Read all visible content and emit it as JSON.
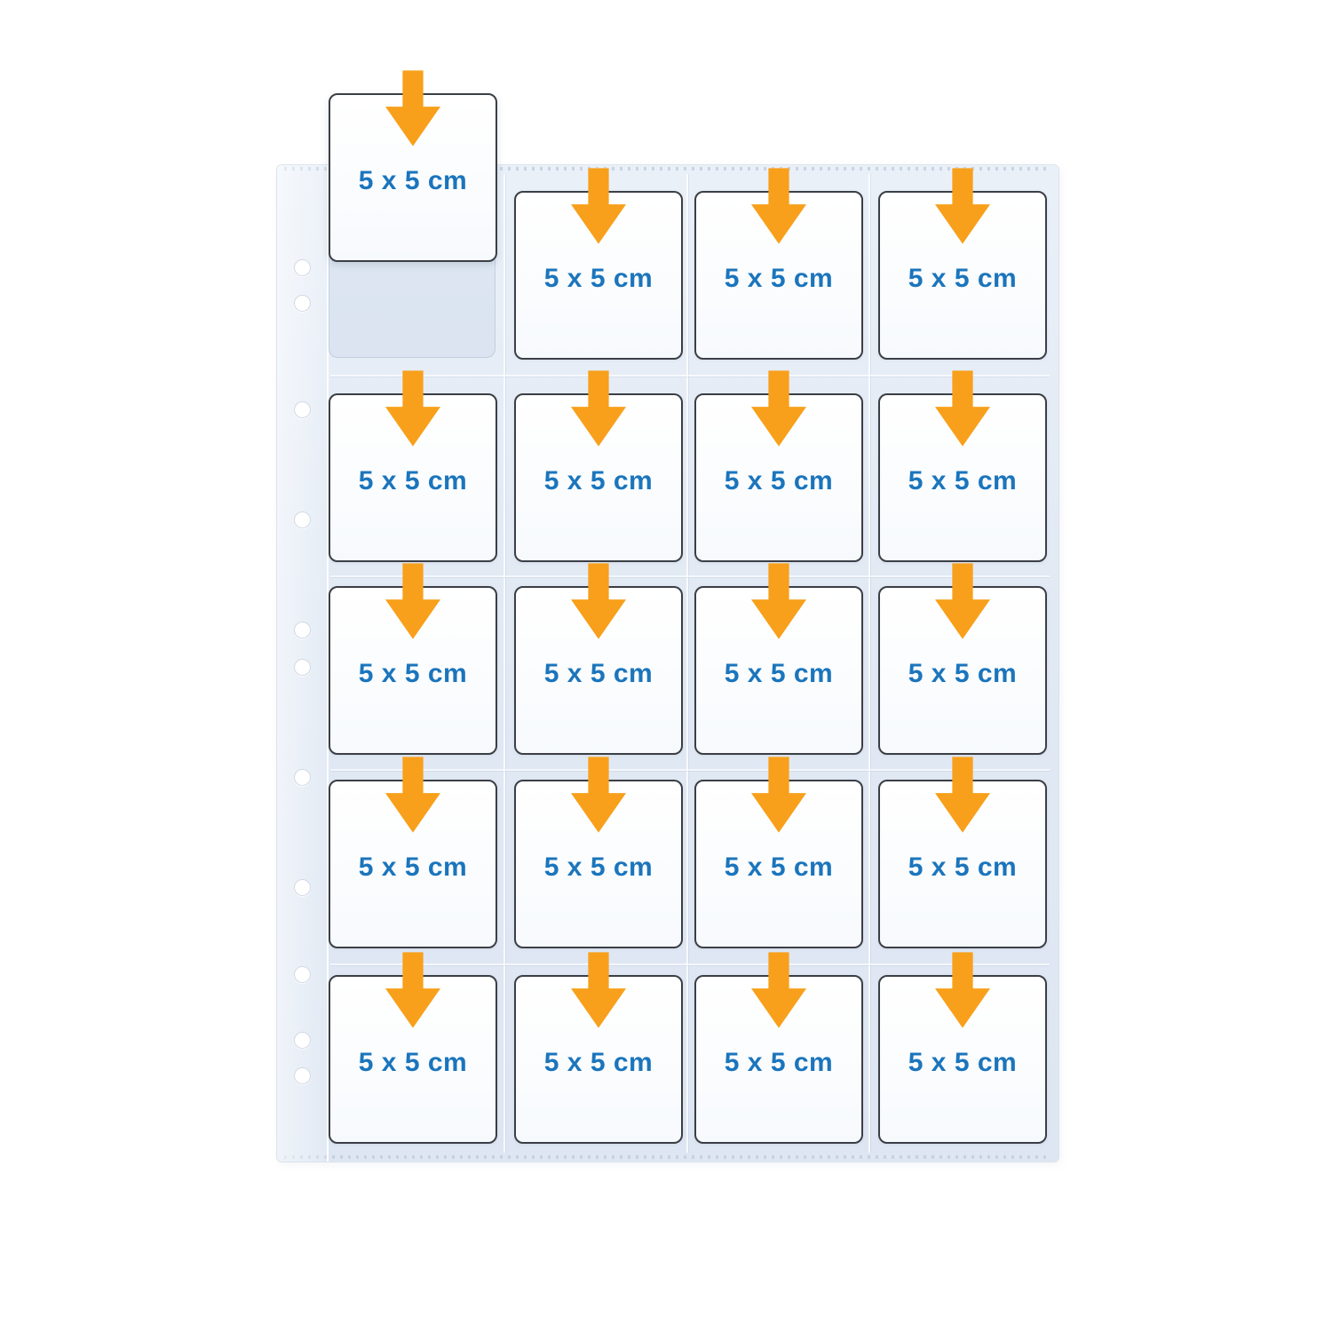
{
  "illustration": {
    "type": "product-diagram",
    "subject": "binder pocket sheet with 20 square pockets, arrows showing card insertion",
    "grid": {
      "columns": 4,
      "rows": 5,
      "pocket_count": 20
    },
    "colors": {
      "arrow": "#F8A01B",
      "label_text": "#1B75BC",
      "sheet": "#E1E9F4",
      "pocket_fill": "#FFFFFF",
      "pocket_border": "#3B3F45",
      "background": "#FFFFFF"
    }
  },
  "pockets": [
    {
      "label": "5 x 5 cm"
    },
    {
      "label": "5 x 5 cm"
    },
    {
      "label": "5 x 5 cm"
    },
    {
      "label": "5 x 5 cm"
    },
    {
      "label": "5 x 5 cm"
    },
    {
      "label": "5 x 5 cm"
    },
    {
      "label": "5 x 5 cm"
    },
    {
      "label": "5 x 5 cm"
    },
    {
      "label": "5 x 5 cm"
    },
    {
      "label": "5 x 5 cm"
    },
    {
      "label": "5 x 5 cm"
    },
    {
      "label": "5 x 5 cm"
    },
    {
      "label": "5 x 5 cm"
    },
    {
      "label": "5 x 5 cm"
    },
    {
      "label": "5 x 5 cm"
    },
    {
      "label": "5 x 5 cm"
    },
    {
      "label": "5 x 5 cm"
    },
    {
      "label": "5 x 5 cm"
    },
    {
      "label": "5 x 5 cm"
    },
    {
      "label": "5 x 5 cm"
    }
  ]
}
